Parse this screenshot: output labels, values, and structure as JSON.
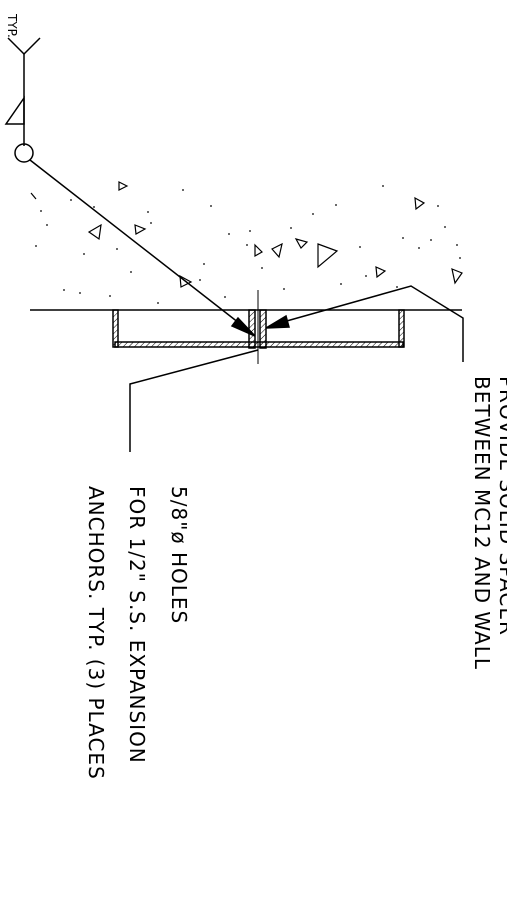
{
  "weld_symbol": {
    "label": "TYP."
  },
  "notes": {
    "spacer": {
      "line1": "PROVIDE SOLID SPACER",
      "line2": "BETWEEN MC12 AND WALL"
    },
    "holes": {
      "line1": "5/8\"ø HOLES",
      "line2": "FOR 1/2\" S.S. EXPANSION",
      "line3": "ANCHORS. TYP. (3) PLACES"
    }
  },
  "colors": {
    "ink": "#000000",
    "paper": "#ffffff"
  }
}
